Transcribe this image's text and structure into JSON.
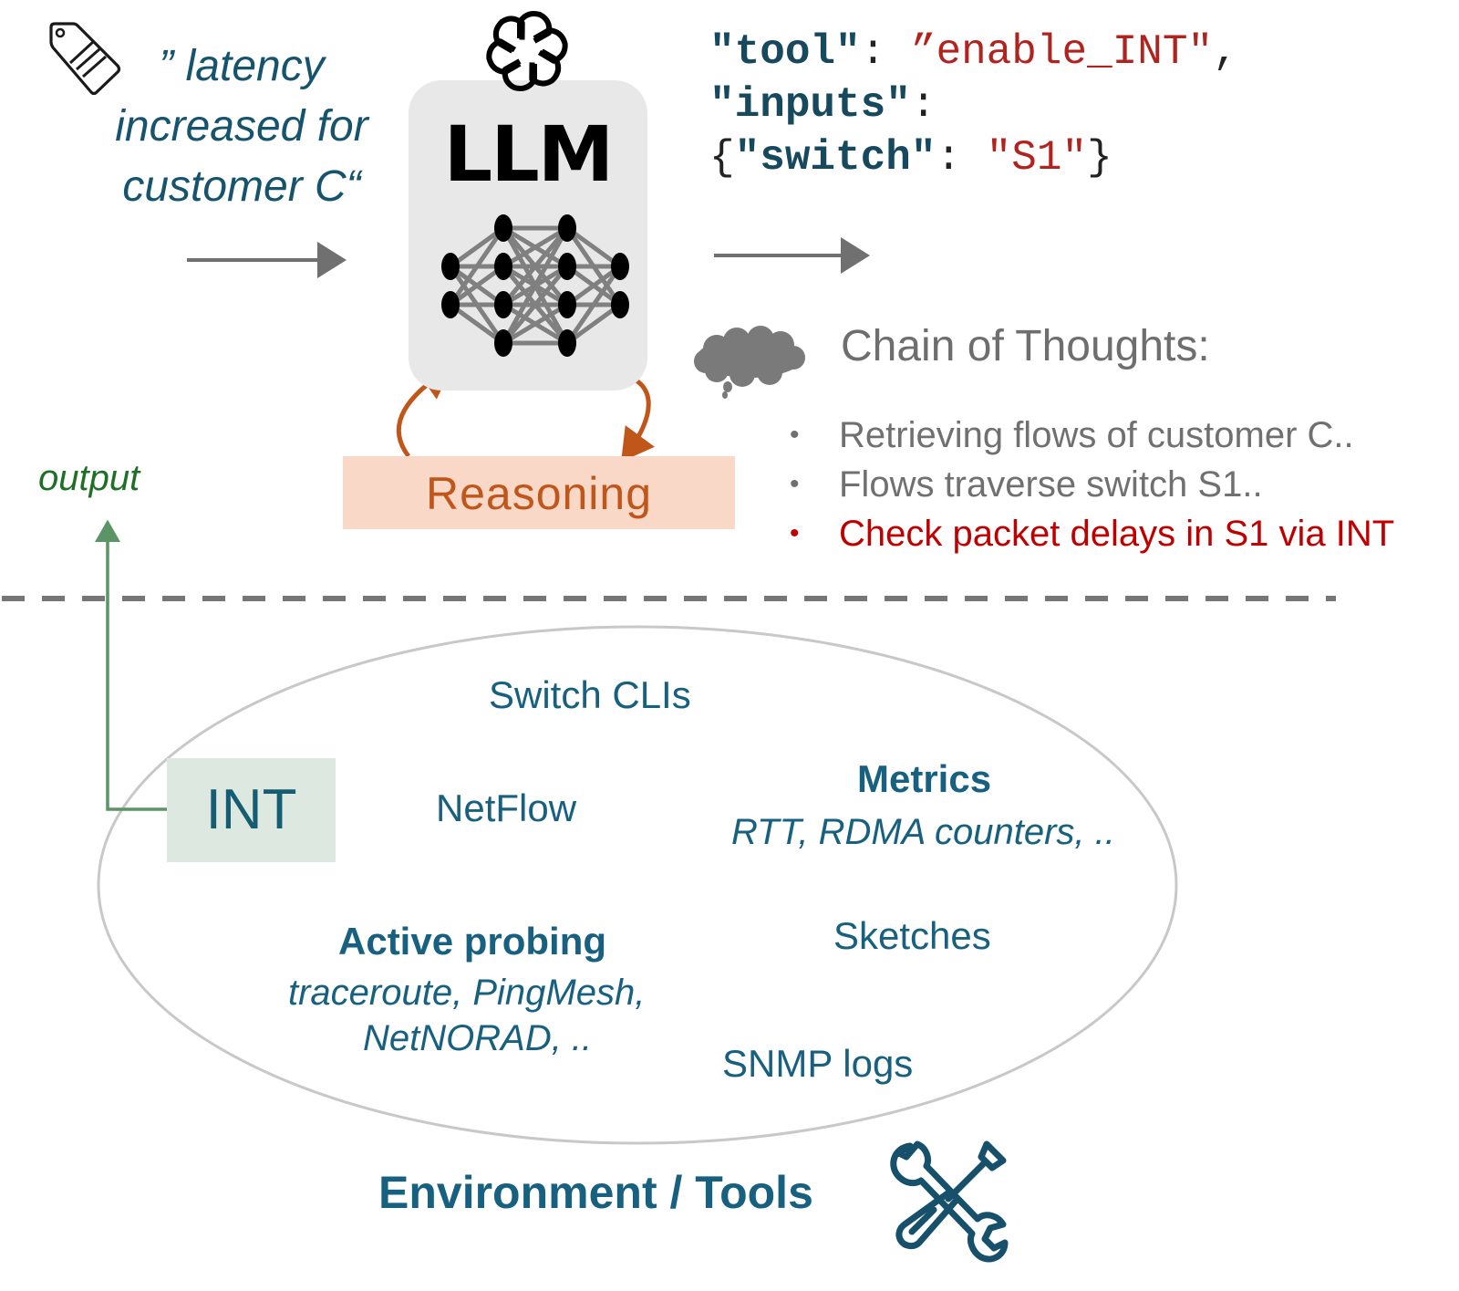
{
  "query": {
    "text": "” latency increased for customer C“",
    "icon": "tag-icon"
  },
  "llm": {
    "label": "LLM",
    "logo_icon": "openai-logo-icon",
    "network_icon": "neural-network-icon"
  },
  "tool_call": {
    "tool_key": "\"tool\"",
    "tool_value": "”enable_INT\"",
    "inputs_key": "\"inputs\"",
    "switch_key": "\"switch\"",
    "switch_value": "\"S1\""
  },
  "chain_of_thoughts": {
    "title": "Chain of Thoughts:",
    "icon": "thought-cloud-icon",
    "items": [
      {
        "text": "Retrieving flows of customer C..",
        "highlight": false
      },
      {
        "text": "Flows traverse switch S1..",
        "highlight": false
      },
      {
        "text": "Check packet delays in S1 via INT",
        "highlight": true
      }
    ],
    "bullet": "•"
  },
  "reasoning": {
    "label": "Reasoning"
  },
  "output": {
    "label": "output"
  },
  "environment": {
    "title": "Environment / Tools",
    "icon": "tools-icon",
    "int_label": "INT",
    "tools": {
      "switch_clis": "Switch CLIs",
      "netflow": "NetFlow",
      "metrics_title": "Metrics",
      "metrics_detail": "RTT, RDMA counters, ..",
      "active_probing_title": "Active probing",
      "active_probing_detail_1": "traceroute, PingMesh,",
      "active_probing_detail_2": "NetNORAD, ..",
      "sketches": "Sketches",
      "snmp_logs": "SNMP logs"
    }
  },
  "colors": {
    "teal": "#17607f",
    "red": "#c00000",
    "orange": "#c0561a",
    "green": "#5a9467",
    "gray": "#707070"
  }
}
